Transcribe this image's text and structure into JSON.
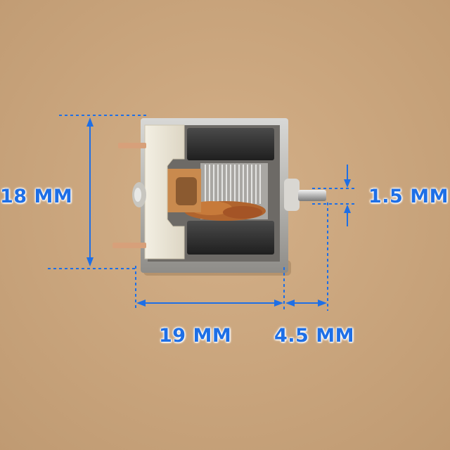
{
  "image": {
    "subject": "small DC motor on cardboard",
    "annotation_color": "#1e6fe6",
    "background_color": "#c9a47c"
  },
  "dimensions": {
    "height_label": "18 MM",
    "shaft_diameter_label": "1.5 MM",
    "body_length_label": "19 MM",
    "shaft_length_label": "4.5 MM"
  }
}
